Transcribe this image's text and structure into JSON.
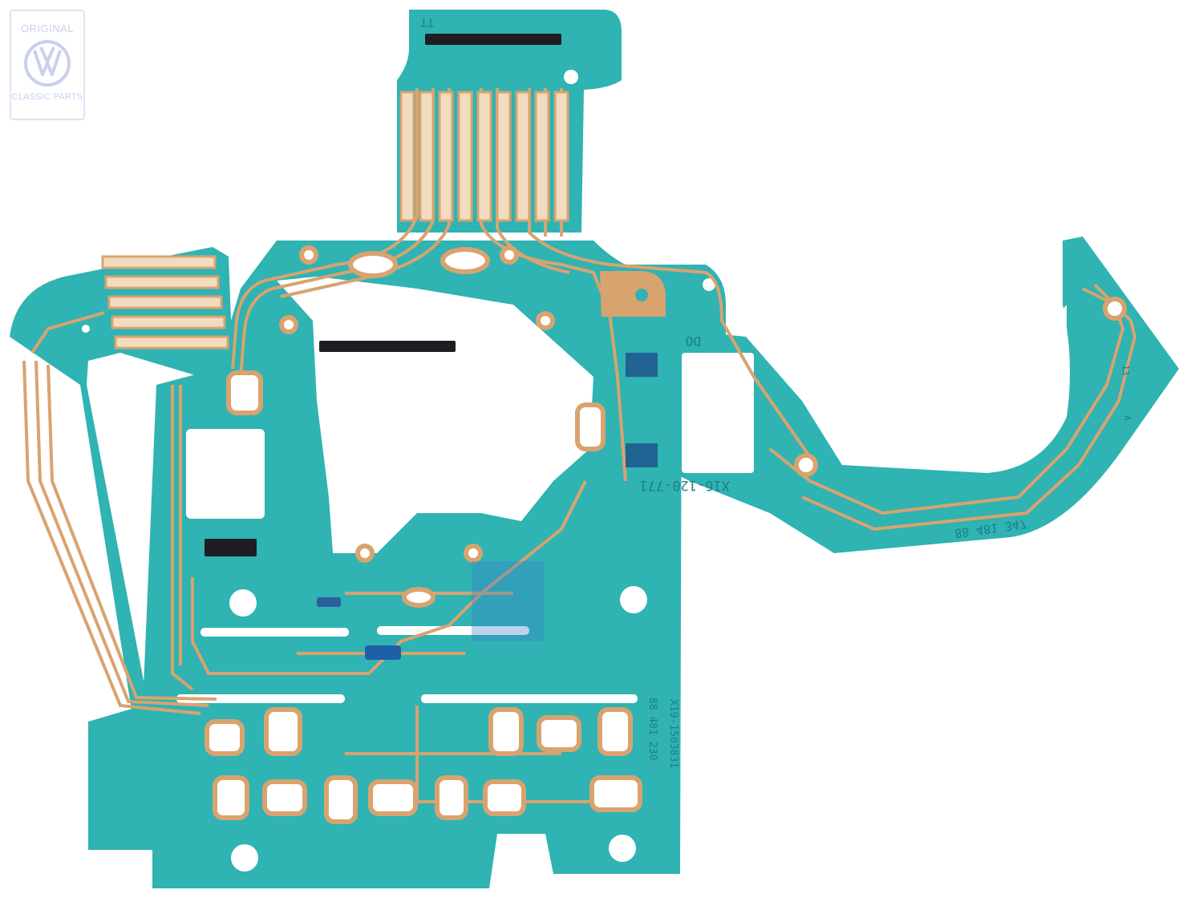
{
  "logo": {
    "line1": "ORIGINAL",
    "line2": "CLASSIC PARTS",
    "emblem": "vw-logo-icon",
    "color": "#c9cfee"
  },
  "board": {
    "description": "Flexible printed circuit board for instrument cluster",
    "colors": {
      "substrate": "#2fb3b3",
      "trace": "#d9a36f",
      "pad": "#f2dcc0",
      "connector": "#1d1d22",
      "background": "#ffffff"
    },
    "markings": {
      "part_no_arm": "88 481 347",
      "part_no_main": "88 481 230",
      "code_main": "X19-1503831",
      "code_mid": "X16-120-771",
      "label_d": "DO",
      "label_tt": "TT",
      "label_a": "A",
      "label_13": "13"
    }
  }
}
